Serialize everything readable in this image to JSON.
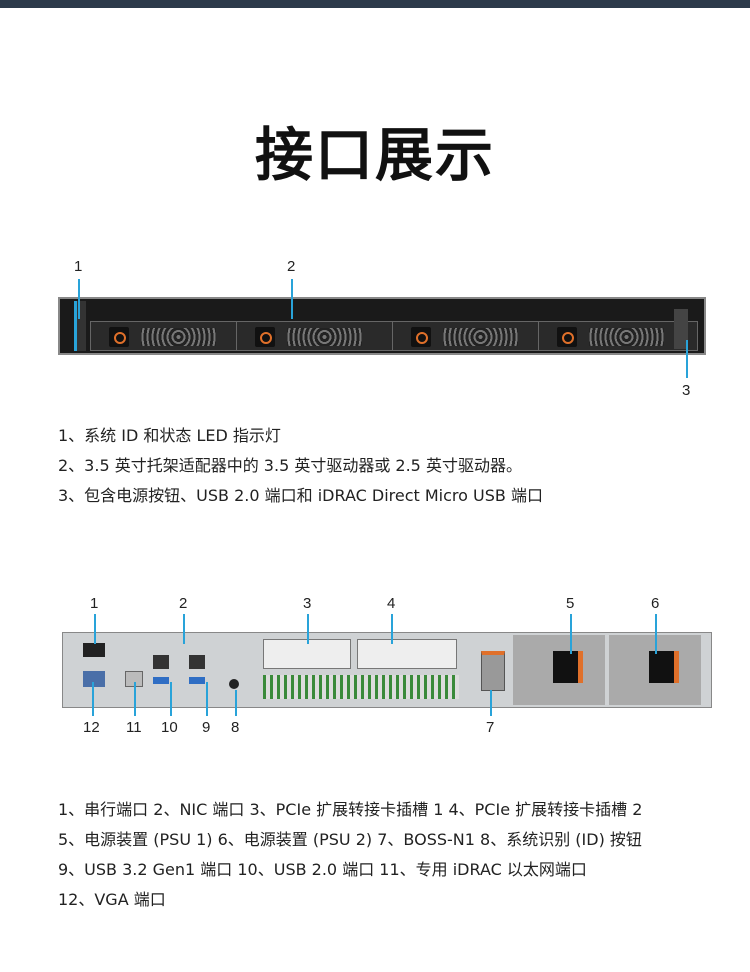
{
  "title": "接口展示",
  "front": {
    "callouts": [
      "1",
      "2",
      "3"
    ],
    "captions": [
      "1、系统 ID 和状态 LED 指示灯",
      "2、3.5 英寸托架适配器中的 3.5 英寸驱动器或 2.5 英寸驱动器。",
      "3、包含电源按钮、USB 2.0 端口和 iDRAC Direct Micro USB 端口"
    ]
  },
  "rear": {
    "callouts_top": [
      "1",
      "2",
      "3",
      "4",
      "5",
      "6"
    ],
    "callouts_bottom": [
      "12",
      "11",
      "10",
      "9",
      "8",
      "7"
    ],
    "captions": [
      "1、串行端口  2、NIC 端口  3、PCIe 扩展转接卡插槽 1  4、PCIe 扩展转接卡插槽 2",
      "5、电源装置 (PSU 1)  6、电源装置 (PSU 2)  7、BOSS-N1  8、系统识别 (ID) 按钮",
      "9、USB 3.2 Gen1 端口    10、USB 2.0 端口   11、专用 iDRAC 以太网端口",
      "12、VGA 端口"
    ]
  },
  "colors": {
    "callout": "#29a3d9",
    "topbar": "#2c3a4a",
    "accent": "#e0702a"
  }
}
